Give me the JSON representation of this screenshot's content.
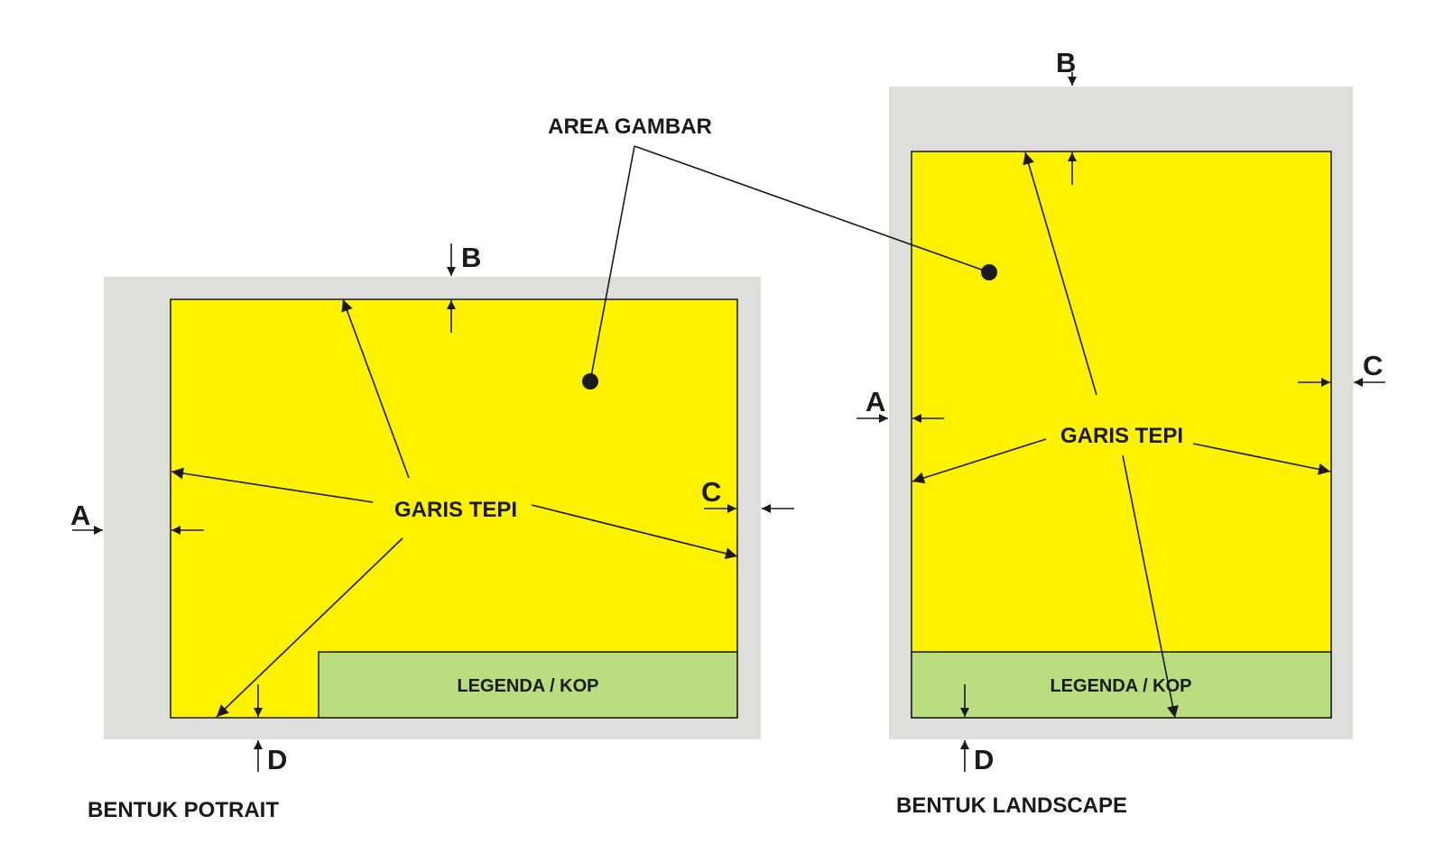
{
  "labels": {
    "area_gambar": "AREA GAMBAR",
    "garis_tepi": "GARIS TEPI",
    "legenda": "LEGENDA / KOP",
    "a": "A",
    "b": "B",
    "c": "C",
    "d": "D",
    "potrait_caption": "BENTUK POTRAIT",
    "landscape_caption": "BENTUK LANDSCAPE"
  },
  "colors": {
    "paper": "#dededc",
    "drawing_area": "#fff200",
    "legend_box": "#b9dc7e",
    "ink": "#1a1a1a"
  }
}
